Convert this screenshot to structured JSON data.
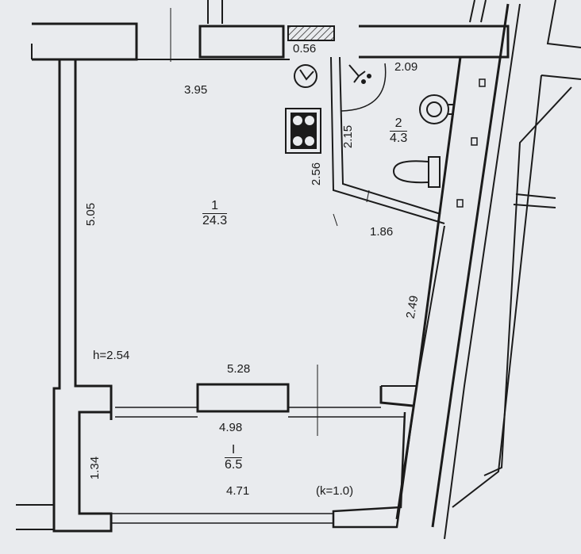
{
  "rooms": [
    {
      "number": "1",
      "area": "24.3"
    },
    {
      "number": "2",
      "area": "4.3"
    },
    {
      "number": "I",
      "area": "6.5"
    }
  ],
  "dimensions": {
    "d056": "0.56",
    "d209": "2.09",
    "d395": "3.95",
    "d215": "2.15",
    "d256": "2.56",
    "d505": "5.05",
    "d186": "1.86",
    "d249": "2.49",
    "d528": "5.28",
    "d498": "4.98",
    "d134": "1.34",
    "d471": "4.71"
  },
  "height_note": "h=2.54",
  "coefficient_note": "(k=1.0)",
  "colors": {
    "background": "#e9ebee",
    "wall": "#1b1b1b",
    "hatch": "#555555"
  }
}
